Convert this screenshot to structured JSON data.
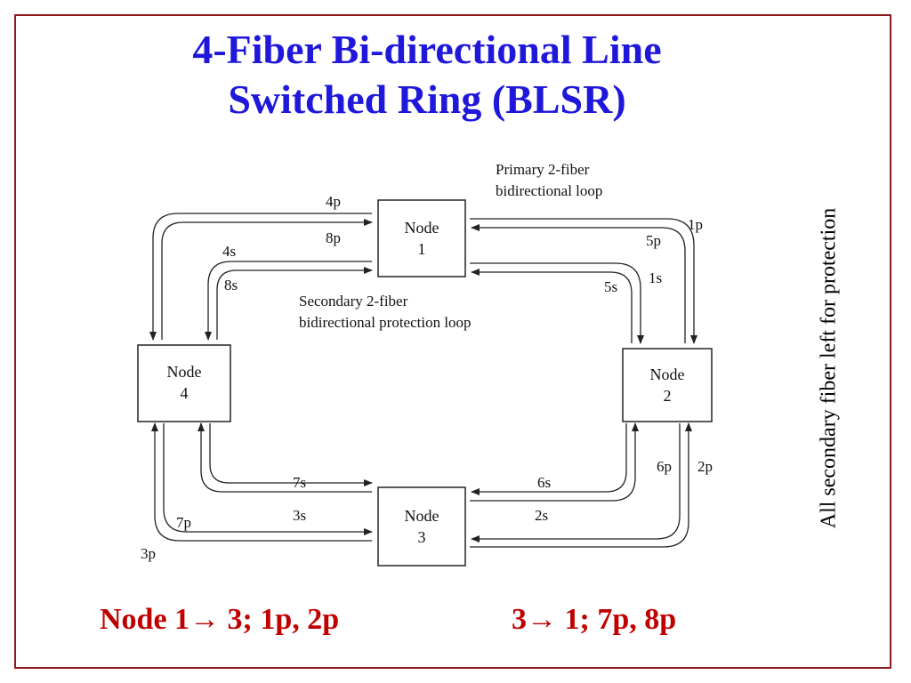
{
  "slide": {
    "title_line1": "4-Fiber Bi-directional Line",
    "title_line2": "Switched Ring (BLSR)",
    "side_note": "All secondary fiber left for protection",
    "footer_left": "Node 1→ 3; 1p, 2p",
    "footer_right": "3→ 1; 7p, 8p",
    "colors": {
      "title": "#1f17d9",
      "footer": "#c00000",
      "border": "#8b1a1a"
    }
  },
  "diagram": {
    "annotation_primary": [
      "Primary 2-fiber",
      "bidirectional loop"
    ],
    "annotation_secondary": [
      "Secondary 2-fiber",
      "bidirectional protection loop"
    ],
    "nodes": [
      {
        "name": "Node",
        "num": "1"
      },
      {
        "name": "Node",
        "num": "2"
      },
      {
        "name": "Node",
        "num": "3"
      },
      {
        "name": "Node",
        "num": "4"
      }
    ],
    "labels": {
      "p1": "1p",
      "p2": "2p",
      "p3": "3p",
      "p4": "4p",
      "p5": "5p",
      "p6": "6p",
      "p7": "7p",
      "p8": "8p",
      "s1": "1s",
      "s2": "2s",
      "s3": "3s",
      "s4": "4s",
      "s5": "5s",
      "s6": "6s",
      "s7": "7s",
      "s8": "8s"
    }
  }
}
